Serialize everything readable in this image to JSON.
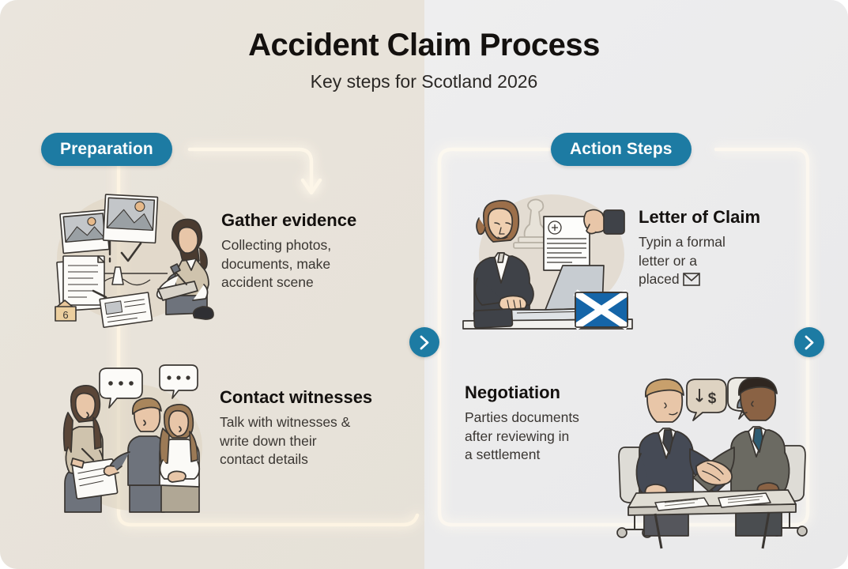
{
  "header": {
    "title": "Accident Claim Process",
    "subtitle": "Key steps for Scotland 2026"
  },
  "colors": {
    "badge": "#1d7ba3",
    "glow": "#fff6e2",
    "left_panel_bg": "#e8e3da",
    "right_panel_bg": "#ececed",
    "heading_text": "#14110f",
    "body_text": "#3a3632"
  },
  "panels": [
    {
      "id": "preparation",
      "badge_label": "Preparation"
    },
    {
      "id": "action-steps",
      "badge_label": "Action Steps"
    }
  ],
  "steps": [
    {
      "id": "gather-evidence",
      "panel": "preparation",
      "title": "Gather evidence",
      "description": "Collecting photos,\ndocuments, make\naccident scene",
      "illustration": "evidence-collection-illustration"
    },
    {
      "id": "contact-witnesses",
      "panel": "preparation",
      "title": "Contact witnesses",
      "description": "Talk with witnesses &\nwrite down their\ncontact details",
      "illustration": "witness-interview-illustration"
    },
    {
      "id": "letter-of-claim",
      "panel": "action-steps",
      "title": "Letter of Claim",
      "description": "Typin a formal\nletter or a\nplaced",
      "description_icon": "envelope-icon",
      "illustration": "lawyer-typing-letter-illustration"
    },
    {
      "id": "negotiation",
      "panel": "action-steps",
      "title": "Negotiation",
      "description": "Parties documents\n after reviewing in\na settlement",
      "illustration": "handshake-negotiation-illustration"
    }
  ],
  "navigation": [
    {
      "id": "middle",
      "icon": "chevron-right-icon"
    },
    {
      "id": "right",
      "icon": "chevron-right-icon"
    }
  ]
}
